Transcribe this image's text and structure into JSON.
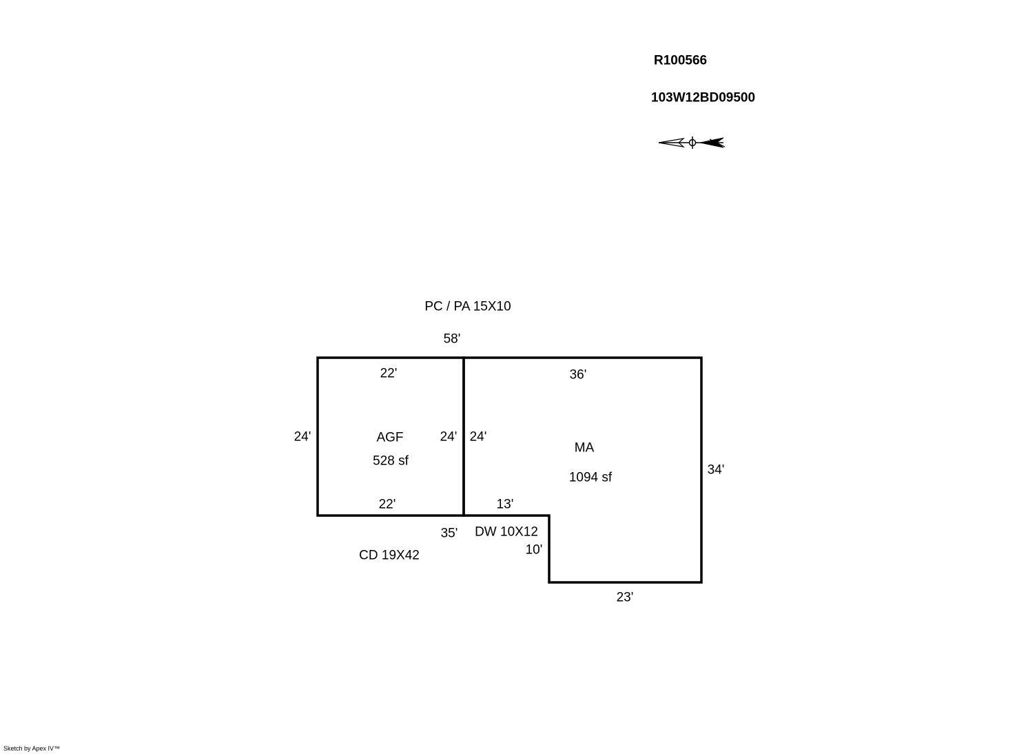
{
  "header": {
    "record_id": "R100566",
    "parcel_id": "103W12BD09500"
  },
  "compass": {
    "icon": "north-arrow-icon"
  },
  "areas": {
    "agf": {
      "code": "AGF",
      "area": "528 sf"
    },
    "ma": {
      "code": "MA",
      "area": "1094 sf"
    }
  },
  "notes": {
    "pc_pa": "PC / PA  15X10",
    "dw": "DW  10X12",
    "cd": "CD  19X42"
  },
  "dimensions": {
    "top_overall": "58'",
    "agf_top": "22'",
    "agf_bottom": "22'",
    "agf_left": "24'",
    "agf_right": "24'",
    "ma_left": "24'",
    "ma_top": "36'",
    "ma_right": "34'",
    "ma_bottom": "23'",
    "notch_top": "13'",
    "notch_side": "10'",
    "lower_overall": "35'"
  },
  "footer": {
    "credit": "Sketch by Apex IV™"
  }
}
